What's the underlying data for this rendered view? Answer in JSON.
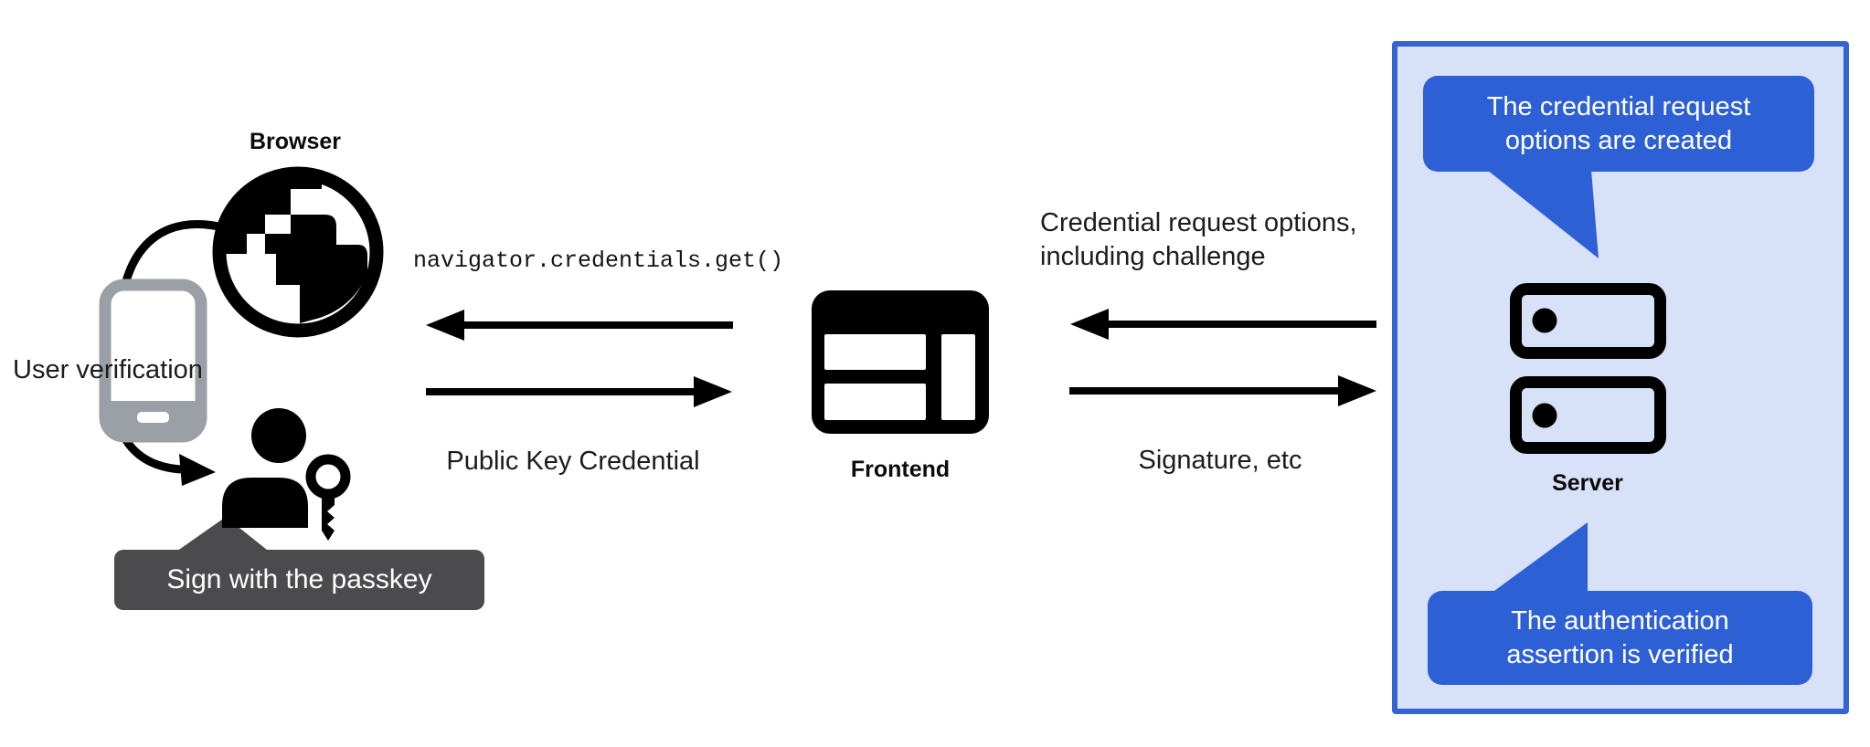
{
  "colors": {
    "bubble_blue": "#2e60d5",
    "panel_border": "#3563d1",
    "panel_bg": "#d7e1f8",
    "tooltip_bg": "#4b4b4d",
    "phone_gray": "#9aa0a6",
    "ink": "#1c1c1e"
  },
  "left": {
    "browser_label": "Browser",
    "user_verification": "User verification",
    "passkey_tooltip": "Sign with the passkey"
  },
  "middle": {
    "api_call": "navigator.credentials.get()",
    "public_key_credential": "Public Key Credential",
    "frontend_label": "Frontend"
  },
  "right": {
    "credential_request_lines": [
      "Credential request options,",
      "including challenge"
    ],
    "signature": "Signature, etc"
  },
  "server_panel": {
    "server_label": "Server",
    "bubble_top_lines": [
      "The credential request",
      "options are created"
    ],
    "bubble_bottom_lines": [
      "The authentication",
      "assertion is verified"
    ]
  }
}
